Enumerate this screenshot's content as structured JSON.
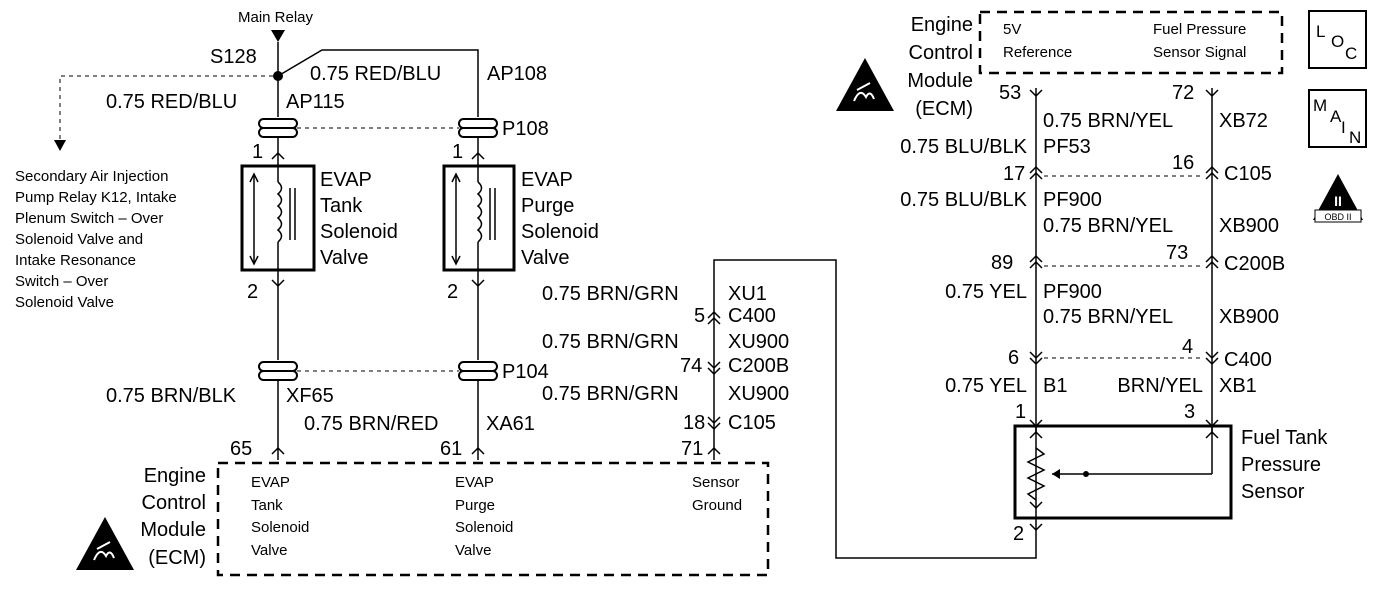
{
  "relay": {
    "label": "Main Relay",
    "splice": "S128"
  },
  "branch": {
    "left_wire_color": "0.75 RED/BLU",
    "left_wire_circuit": "AP115",
    "right_wire_color": "0.75 RED/BLU",
    "right_wire_circuit": "AP108",
    "connector": "P108",
    "note_lines": [
      "Secondary Air Injection",
      "Pump Relay K12, Intake",
      "Plenum Switch – Over",
      "Solenoid Valve and",
      "Intake Resonance",
      "Switch – Over",
      "Solenoid Valve"
    ]
  },
  "tank_solenoid": {
    "pin_top": "1",
    "pin_bottom": "2",
    "lines": [
      "EVAP",
      "Tank",
      "Solenoid",
      "Valve"
    ]
  },
  "purge_solenoid": {
    "pin_top": "1",
    "pin_bottom": "2",
    "lines": [
      "EVAP",
      "Purge",
      "Solenoid",
      "Valve"
    ]
  },
  "lower_wires": {
    "connector": "P104",
    "left_color": "0.75 BRN/BLK",
    "left_circuit": "XF65",
    "right_color": "0.75 BRN/RED",
    "right_circuit": "XA61"
  },
  "ground_path": {
    "w1_color": "0.75 BRN/GRN",
    "w1_circuit": "XU1",
    "c1_pin": "5",
    "c1": "C400",
    "w2_color": "0.75 BRN/GRN",
    "w2_circuit": "XU900",
    "c2_pin": "74",
    "c2": "C200B",
    "w3_color": "0.75 BRN/GRN",
    "w3_circuit": "XU900",
    "c3_pin": "18",
    "c3": "C105"
  },
  "ecm_bottom": {
    "title_lines": [
      "Engine",
      "Control",
      "Module",
      "(ECM)"
    ],
    "pins": [
      "65",
      "61",
      "71"
    ],
    "tank_lines": [
      "EVAP",
      "Tank",
      "Solenoid",
      "Valve"
    ],
    "purge_lines": [
      "EVAP",
      "Purge",
      "Solenoid",
      "Valve"
    ],
    "ground_lines": [
      "Sensor",
      "Ground"
    ]
  },
  "ecm_top": {
    "title_lines": [
      "Engine",
      "Control",
      "Module",
      "(ECM)"
    ],
    "ref_lines": [
      "5V",
      "Reference"
    ],
    "signal_lines": [
      "Fuel Pressure",
      "Sensor Signal"
    ],
    "pin_left": "53",
    "pin_right": "72"
  },
  "right_wiring": {
    "r1_color": "0.75 BRN/YEL",
    "r1_circuit": "XB72",
    "l1_color": "0.75 BLU/BLK",
    "l1_circuit": "PF53",
    "cA_left_pin": "17",
    "cA_right_pin": "16",
    "cA": "C105",
    "l2_color": "0.75 BLU/BLK",
    "l2_circuit": "PF900",
    "r2_color": "0.75 BRN/YEL",
    "r2_circuit": "XB900",
    "cB_left_pin": "89",
    "cB_right_pin": "73",
    "cB": "C200B",
    "l3_color": "0.75 YEL",
    "l3_circuit": "PF900",
    "r3_color": "0.75 BRN/YEL",
    "r3_circuit": "XB900",
    "cC_left_pin": "6",
    "cC_right_pin": "4",
    "cC": "C400",
    "l4_color": "0.75 YEL",
    "l4_circuit": "B1",
    "r4_color": "BRN/YEL",
    "r4_circuit": "XB1"
  },
  "sensor": {
    "pin_left": "1",
    "pin_right": "3",
    "pin_ground": "2",
    "lines": [
      "Fuel Tank",
      "Pressure",
      "Sensor"
    ]
  },
  "badges": {
    "loc": [
      "L",
      "O",
      "C"
    ],
    "main": [
      "M",
      "A",
      "I",
      "N"
    ],
    "obd_numeral": "II",
    "obd_text": "OBD II"
  }
}
